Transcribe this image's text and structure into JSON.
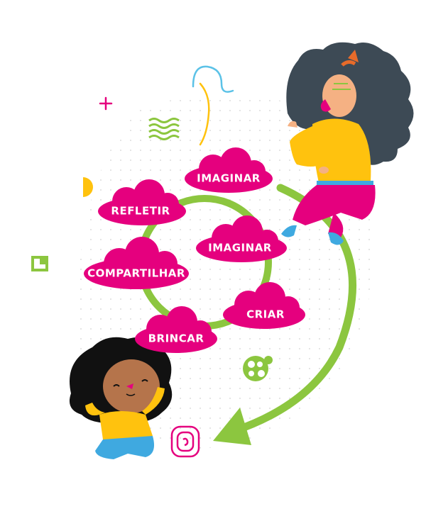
{
  "clouds": [
    {
      "id": "imaginar-top",
      "label": "IMAGINAR"
    },
    {
      "id": "refletir",
      "label": "REFLETIR"
    },
    {
      "id": "imaginar-mid",
      "label": "IMAGINAR"
    },
    {
      "id": "compartilhar",
      "label": "COMPARTILHAR"
    },
    {
      "id": "criar",
      "label": "CRIAR"
    },
    {
      "id": "brincar",
      "label": "BRINCAR"
    }
  ],
  "colors": {
    "cloud": "#e5007e",
    "arrow": "#8cc63f",
    "hair": "#3d4a55",
    "shirt": "#ffc20e",
    "pants": "#e5007e",
    "skin_woman": "#f5b183",
    "skin_child": "#b5744b",
    "child_hair": "#111111",
    "child_pants": "#3fa9e0",
    "accent_blue": "#5bc2e7",
    "deco_green": "#8cc63f",
    "deco_yellow": "#ffc20e",
    "deco_pink": "#e5007e"
  },
  "icons": [
    "plus-icon",
    "wave-lines-icon",
    "corner-square-icon",
    "half-circle-icon",
    "squiggle-icon",
    "bubbles-icon",
    "spiral-icon"
  ]
}
